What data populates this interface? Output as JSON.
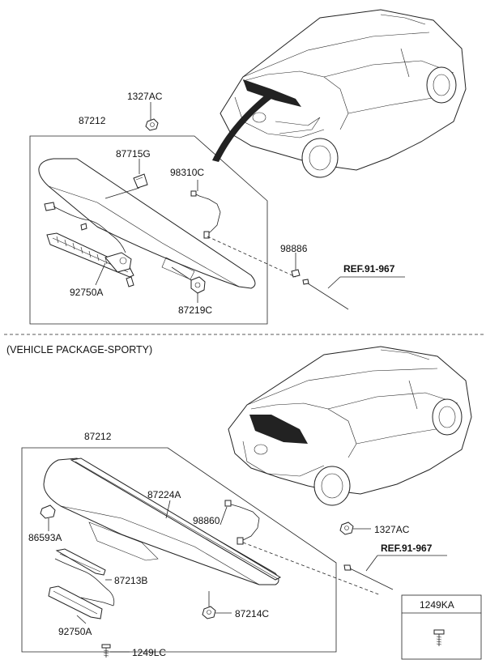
{
  "upper": {
    "labels": {
      "p1327ac": "1327AC",
      "p87212": "87212",
      "p87715g": "87715G",
      "p98310c": "98310C",
      "p98886": "98886",
      "ref": "REF.91-967",
      "p92750a": "92750A",
      "p87219c": "87219C"
    }
  },
  "divider_caption": "(VEHICLE PACKAGE-SPORTY)",
  "lower": {
    "labels": {
      "p87212": "87212",
      "p87224a": "87224A",
      "p98860": "98860",
      "p86593a": "86593A",
      "p1327ac": "1327AC",
      "ref": "REF.91-967",
      "p87213b": "87213B",
      "p87214c": "87214C",
      "p92750a": "92750A",
      "p1249lc": "1249LC",
      "p1249ka": "1249KA"
    }
  }
}
